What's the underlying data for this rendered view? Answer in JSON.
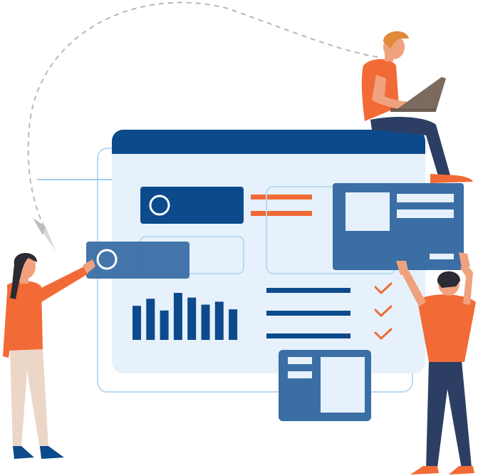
{
  "colors": {
    "navy": "#0d4a8c",
    "steel": "#3a6ea5",
    "light_panel": "#e6f1fb",
    "outline": "#b9d9f2",
    "orange": "#f26a36",
    "skin": "#f0a27f",
    "dark_hair": "#2b2b33",
    "pants_navy": "#2c3e63",
    "background": "#ffffff"
  },
  "illustration": {
    "chart_bar_levels": [
      0.58,
      0.7,
      0.5,
      0.8,
      0.72,
      0.6,
      0.65,
      0.52
    ],
    "checklist_items": 3,
    "icons": [
      "paper-plane-icon",
      "circle-icon",
      "checkmark-icon",
      "laptop-icon"
    ]
  }
}
